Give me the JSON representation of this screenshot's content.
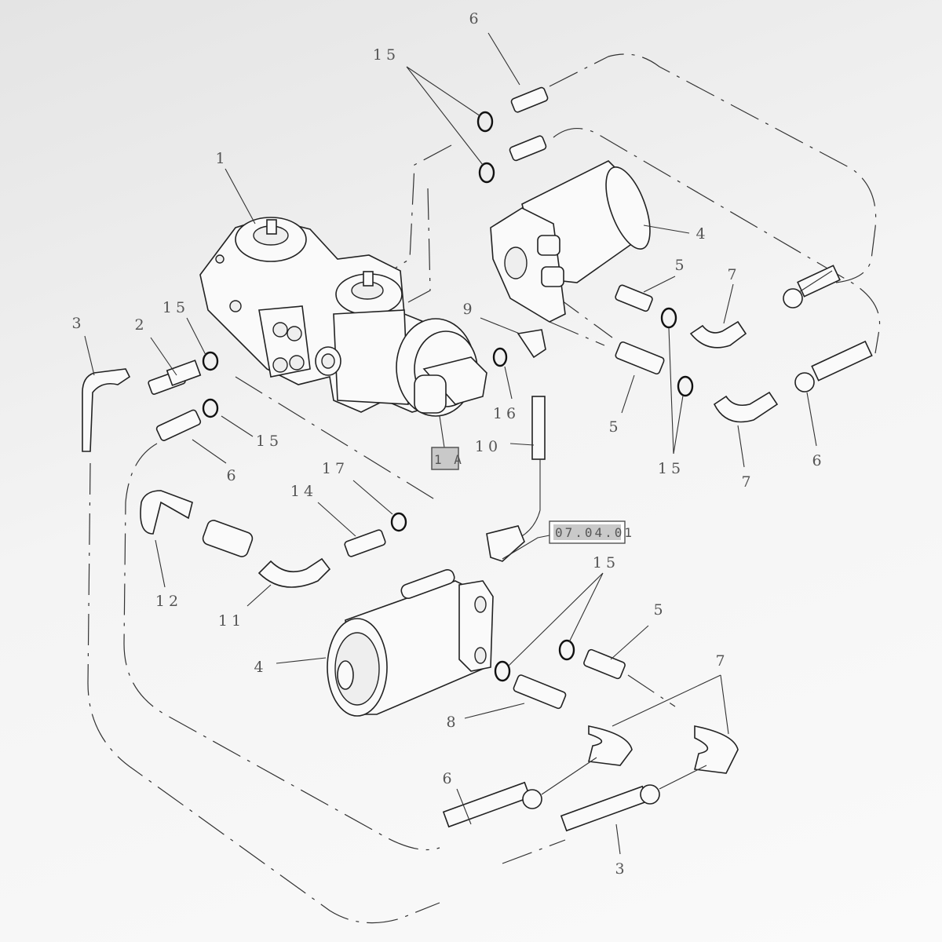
{
  "diagram": {
    "type": "exploded parts diagram - hydraulic pump and motor piping",
    "callouts": [
      "6",
      "15",
      "1",
      "15",
      "2",
      "3",
      "9",
      "16",
      "10",
      "1 A",
      "4",
      "5",
      "7",
      "5",
      "15",
      "7",
      "6",
      "15",
      "6",
      "17",
      "14",
      "12",
      "11",
      "07.04.01",
      "15",
      "5",
      "4",
      "7",
      "8",
      "6",
      "3"
    ]
  }
}
